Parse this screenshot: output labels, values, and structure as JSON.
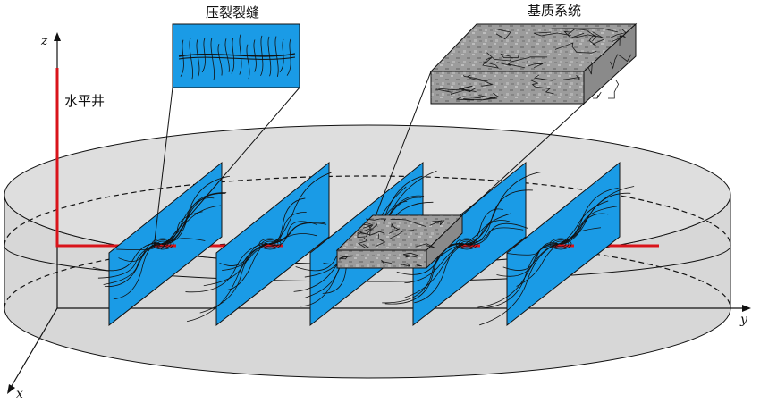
{
  "labels": {
    "fracture_title": "压裂裂缝",
    "matrix_title": "基质系统",
    "well_label": "水平井"
  },
  "axes": {
    "z": "z",
    "y": "y",
    "x": "x"
  },
  "colors": {
    "fracture": "#1a9be6",
    "well": "#d9141b",
    "reservoir": "#d9d9d9",
    "matrix": "#9a9a9a",
    "line": "#111111"
  },
  "fracture_count": 5
}
